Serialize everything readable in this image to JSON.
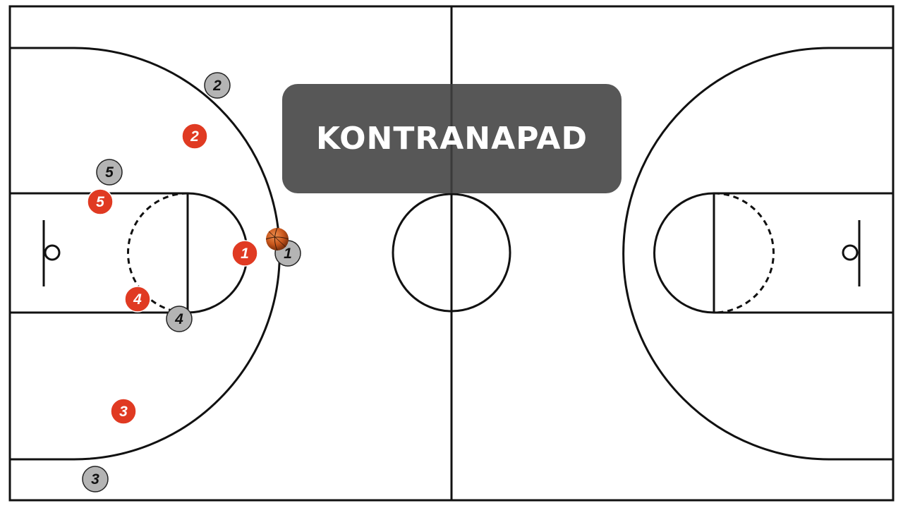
{
  "title": "KONTRANAPAD",
  "colors": {
    "court_line": "#111111",
    "court_bg": "#ffffff",
    "offense": "#e03a22",
    "defense": "#b4b4b4",
    "ball": "#c8561c",
    "title_bg": "#404040",
    "title_text": "#ffffff"
  },
  "players": {
    "offense": [
      {
        "number": "1"
      },
      {
        "number": "2"
      },
      {
        "number": "3"
      },
      {
        "number": "4"
      },
      {
        "number": "5"
      }
    ],
    "defense": [
      {
        "number": "1"
      },
      {
        "number": "2"
      },
      {
        "number": "3"
      },
      {
        "number": "4"
      },
      {
        "number": "5"
      }
    ]
  },
  "ball": {
    "icon": "basketball-icon",
    "holder": "defense-1"
  }
}
